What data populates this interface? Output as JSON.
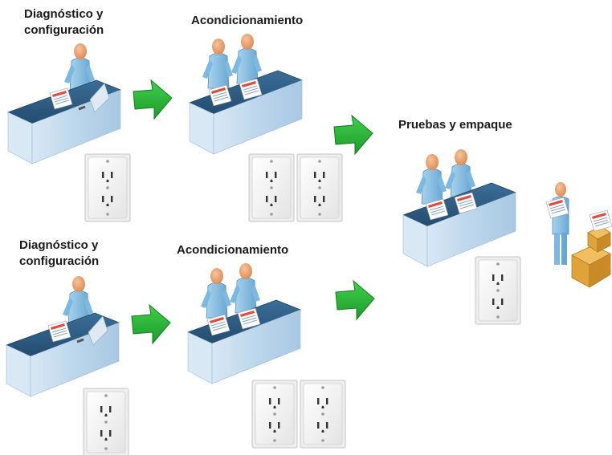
{
  "stages": {
    "diagnostico_1": "Diagnóstico y\nconfiguración",
    "acondicionamiento_1": "Acondicionamiento",
    "pruebas": "Pruebas y empaque",
    "diagnostico_2": "Diagnóstico y\nconfiguración",
    "acondicionamiento_2": "Acondicionamiento"
  },
  "colors": {
    "desk_top": "#2e5d86",
    "desk_front": "#c9dff0",
    "person": "#8fc4e4",
    "skin": "#e8a374",
    "arrow": "#2eb33c",
    "box": "#e0a33c"
  },
  "icons": [
    "workstation-icon",
    "person-icon",
    "arrow-icon",
    "outlet-icon",
    "box-icon"
  ]
}
